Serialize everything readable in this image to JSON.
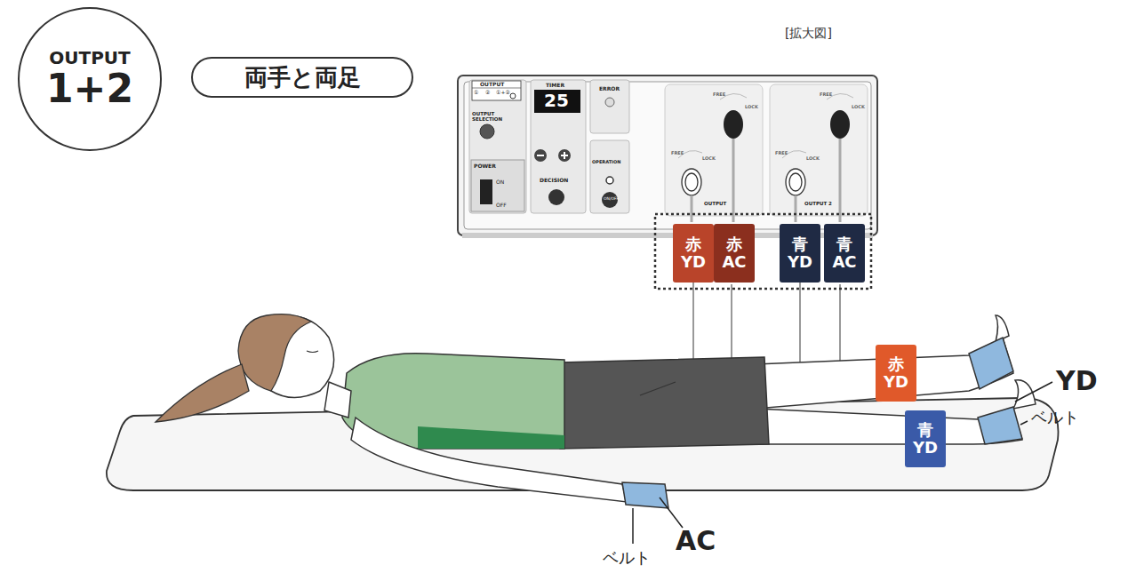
{
  "diagram": {
    "nodes": [
      {
        "text": [
          "OUTPUT",
          "1+2"
        ]
      },
      {
        "text": [
          "両手と両足"
        ]
      },
      {
        "text": [
          "赤 YD"
        ]
      },
      {
        "text": [
          "赤 AC"
        ]
      },
      {
        "text": [
          "青 YD"
        ]
      },
      {
        "text": [
          "青 AC"
        ]
      },
      {
        "text": [
          "赤 YD"
        ]
      },
      {
        "text": [
          "青 YD"
        ]
      }
    ],
    "edges": [
      {
        "from": 2,
        "to": 6,
        "arrow": "none"
      },
      {
        "from": 4,
        "to": 7,
        "arrow": "none"
      }
    ],
    "labels": [
      "[拡大図]",
      "OUTPUT",
      "①",
      "②",
      "①+②",
      "OUTPUT SELECTION",
      "POWER",
      "ON",
      "OFF",
      "TIMER",
      "25",
      "ERROR",
      "OPERATION",
      "DECISION",
      "ON/OFF",
      "FREE",
      "LOCK",
      "FREE",
      "LOCK",
      "FREE",
      "LOCK",
      "FREE",
      "LOCK",
      "OUTPUT",
      "OUTPUT 2",
      "YD",
      "ベルト",
      "ベルト",
      "AC"
    ]
  }
}
